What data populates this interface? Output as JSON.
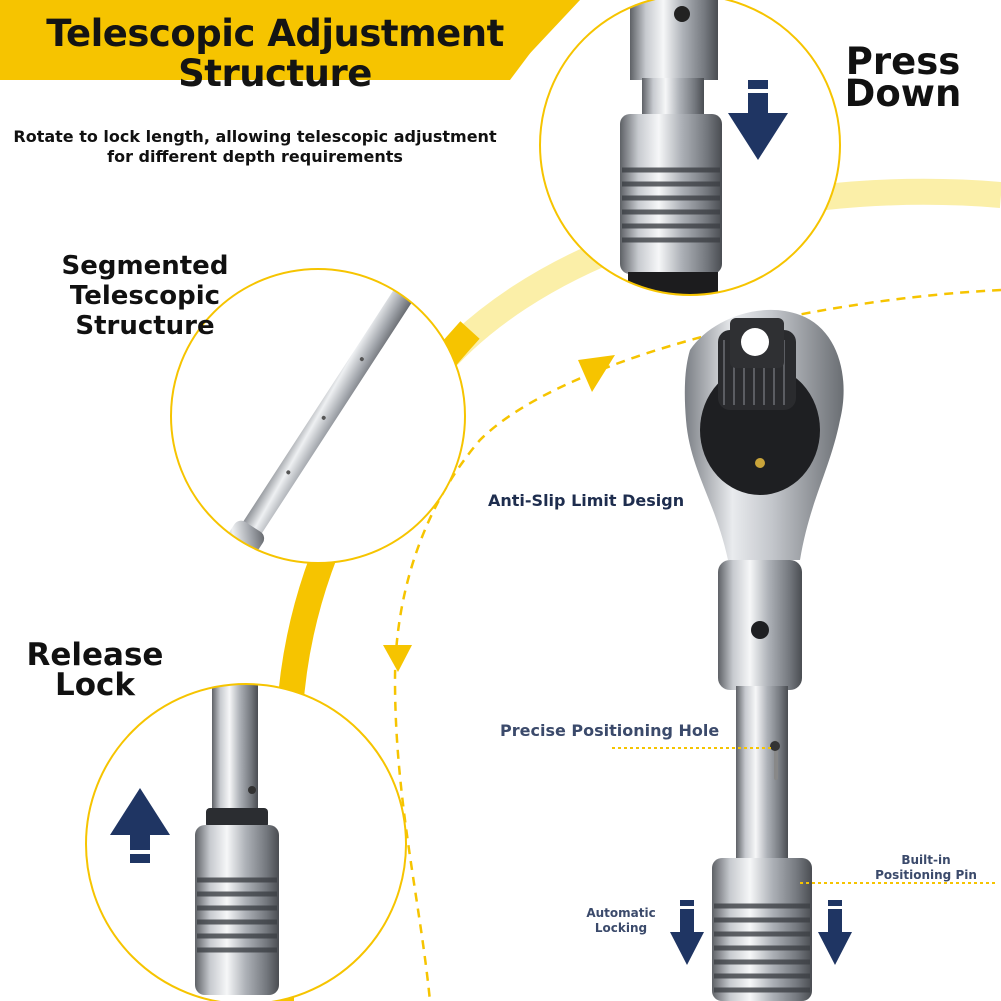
{
  "title_lines": {
    "line1": "Telescopic Adjustment",
    "line2": "Structure"
  },
  "subtitle_lines": {
    "line1": "Rotate to lock length, allowing telescopic adjustment",
    "line2": "for different depth requirements"
  },
  "labels": {
    "segmented": {
      "line1": "Segmented",
      "line2": "Telescopic",
      "line3": "Structure"
    },
    "press": {
      "line1": "Press",
      "line2": "Down"
    },
    "release": {
      "line1": "Release",
      "line2": "Lock"
    },
    "anti_slip": "Anti-Slip Limit Design",
    "positioning_hole": "Precise Positioning Hole",
    "positioning_pin": {
      "line1": "Built-in",
      "line2": "Positioning Pin"
    },
    "auto_lock": {
      "line1": "Automatic",
      "line2": "Locking"
    }
  },
  "colors": {
    "accent_yellow": "#F6C400",
    "light_yellow": "#FBEFA8",
    "arrow_navy": "#1F3563",
    "text_dark": "#111111",
    "text_navy": "#2B3A5F"
  },
  "icons": [
    "arrow-down-icon",
    "arrow-up-icon",
    "arrow-down-icon",
    "arrow-down-icon",
    "dashed-arrow-icon"
  ]
}
